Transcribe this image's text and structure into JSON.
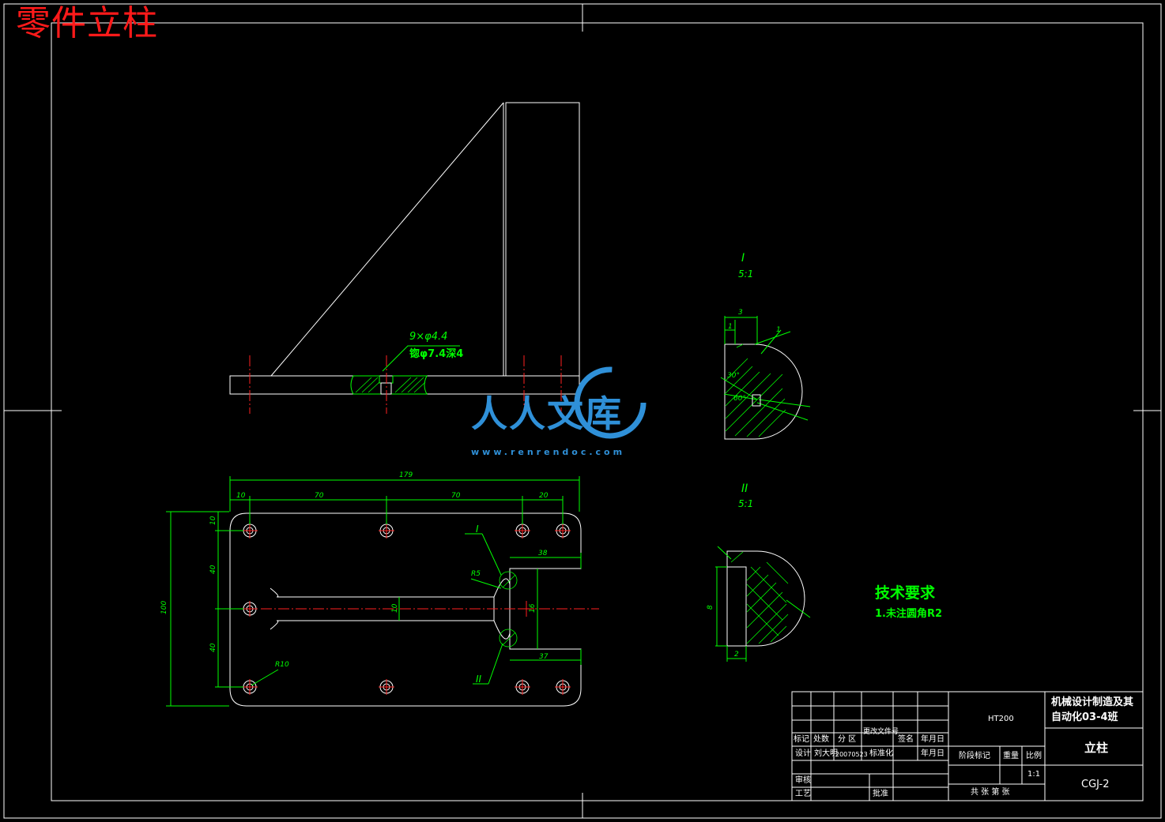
{
  "title": "零件立柱",
  "front_view": {
    "hole_callout_1": "9×φ4.4",
    "hole_callout_2": "锪φ7.4深4"
  },
  "detail_1": {
    "label": "I",
    "scale": "5:1",
    "dims": [
      "3",
      "1",
      "1",
      "30°",
      "60°"
    ]
  },
  "detail_2": {
    "label": "II",
    "scale": "5:1",
    "dims": [
      "8",
      "2"
    ]
  },
  "plan_view": {
    "dims_top": [
      "179",
      "10",
      "70",
      "70",
      "20"
    ],
    "dims_left": [
      "100",
      "10",
      "40",
      "40"
    ],
    "dim_38": "38",
    "dim_37": "37",
    "dim_10": "10",
    "dim_16": "16",
    "r5": "R5",
    "r10": "R10",
    "label_1": "I",
    "label_2": "II"
  },
  "tech_req": {
    "title": "技术要求",
    "item": "1.未注圆角R2"
  },
  "watermark": {
    "text": "人人文库",
    "url": "www.renrendoc.com"
  },
  "title_block": {
    "h_mark": "标记",
    "h_count": "处数",
    "h_zone": "分 区",
    "h_docno": "更改文件号",
    "h_sign": "签名",
    "h_date": "年月日",
    "r_design": "设计",
    "r_designer": "刘大明",
    "r_design_date": "20070523",
    "r_std": "标准化",
    "r_date2": "年月日",
    "r_review": "审核",
    "r_process": "工艺",
    "r_approve": "批准",
    "material": "HT200",
    "stage_mark": "阶段标记",
    "weight": "重量",
    "ratio_label": "比例",
    "ratio": "1:1",
    "sheets": "共 张   第 张",
    "school": "机械设计制造及其自动化03-4班",
    "part_name": "立柱",
    "drawing_no": "CGJ-2"
  },
  "colors": {
    "line": "#ffffff",
    "dim": "#00ff00",
    "center": "#ff2020",
    "title": "#ff1a1a",
    "watermark": "#2f90d8"
  }
}
